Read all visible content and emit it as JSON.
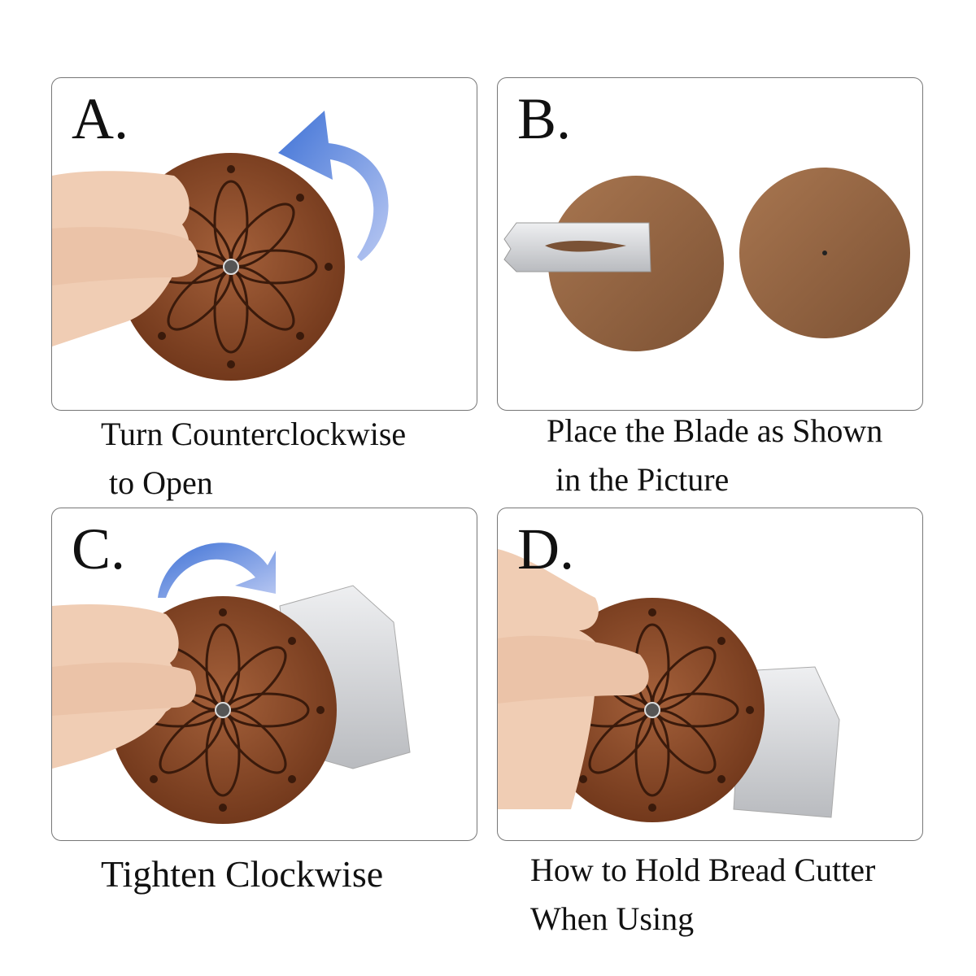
{
  "panels": [
    {
      "letter": "A.",
      "caption": [
        "Turn Counterclockwise",
        "to Open"
      ]
    },
    {
      "letter": "B.",
      "caption": [
        "Place the Blade as Shown",
        "in the Picture"
      ]
    },
    {
      "letter": "C.",
      "caption": [
        "Tighten Clockwise"
      ]
    },
    {
      "letter": "D.",
      "caption": [
        "How to Hold Bread Cutter",
        "When Using"
      ]
    }
  ],
  "colors": {
    "wood": "#8a4a26",
    "wood_light": "#a0663d",
    "arrow": "#4f7fd8",
    "blade": "#d9dadc",
    "skin": "#f0cdb4"
  }
}
